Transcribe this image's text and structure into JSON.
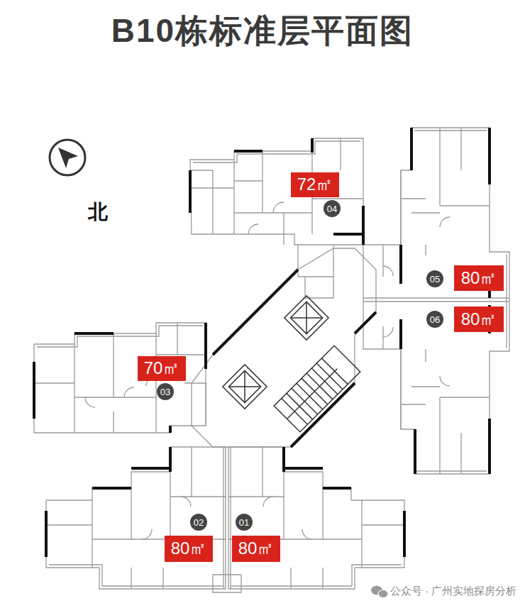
{
  "diagram": {
    "title": "B10栋标准层平面图",
    "nodes": [
      {
        "text": [
          "72㎡"
        ]
      },
      {
        "text": [
          "04"
        ]
      },
      {
        "text": [
          "05"
        ]
      },
      {
        "text": [
          "80㎡"
        ]
      },
      {
        "text": [
          "06"
        ]
      },
      {
        "text": [
          "80㎡"
        ]
      },
      {
        "text": [
          "70㎡"
        ]
      },
      {
        "text": [
          "03"
        ]
      },
      {
        "text": [
          "02"
        ]
      },
      {
        "text": [
          "80㎡"
        ]
      },
      {
        "text": [
          "01"
        ]
      },
      {
        "text": [
          "80㎡"
        ]
      }
    ],
    "labels": [
      "北",
      "公众号 · 广州实地探房分析"
    ]
  }
}
